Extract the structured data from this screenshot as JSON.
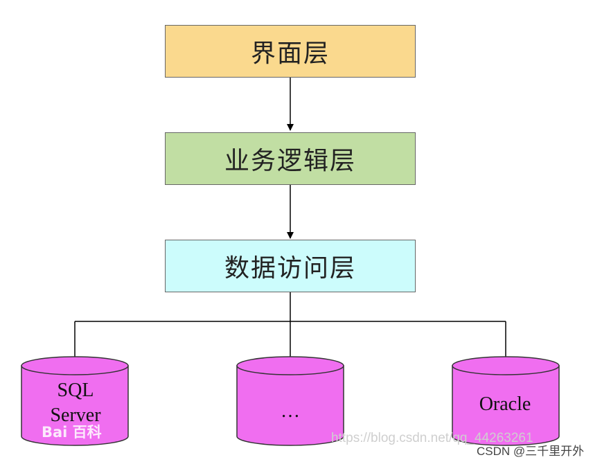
{
  "layers": [
    {
      "label": "界面层",
      "fill": "#fad98e"
    },
    {
      "label": "业务逻辑层",
      "fill": "#c1dea3"
    },
    {
      "label": "数据访问层",
      "fill": "#ccfcfc"
    }
  ],
  "databases": [
    {
      "label_line1": "SQL",
      "label_line2": "Server"
    },
    {
      "label": "…"
    },
    {
      "label": "Oracle"
    }
  ],
  "db_fill": "#f06ef0",
  "watermarks": {
    "baidu": "Bai 百科",
    "url": "https://blog.csdn.net/qq_44263261",
    "csdn": "CSDN @三千里开外"
  }
}
